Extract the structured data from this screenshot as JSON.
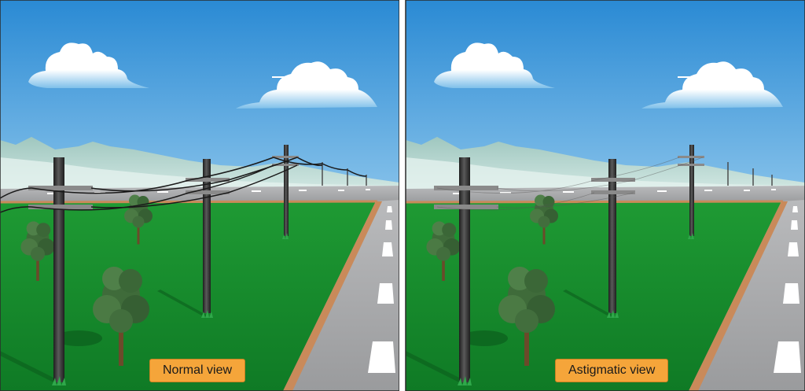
{
  "panels": [
    {
      "id": "normal",
      "label": "Normal view"
    },
    {
      "id": "astigmatic",
      "label": "Astigmatic view"
    }
  ],
  "colors": {
    "sky_top": "#2f8fd6",
    "sky_bottom": "#e8f4fb",
    "grass": "#14862b",
    "road": "#a9a9ab",
    "road_edge": "#c98a5a",
    "label_bg": "#f5a53a",
    "pole": "#333333"
  }
}
